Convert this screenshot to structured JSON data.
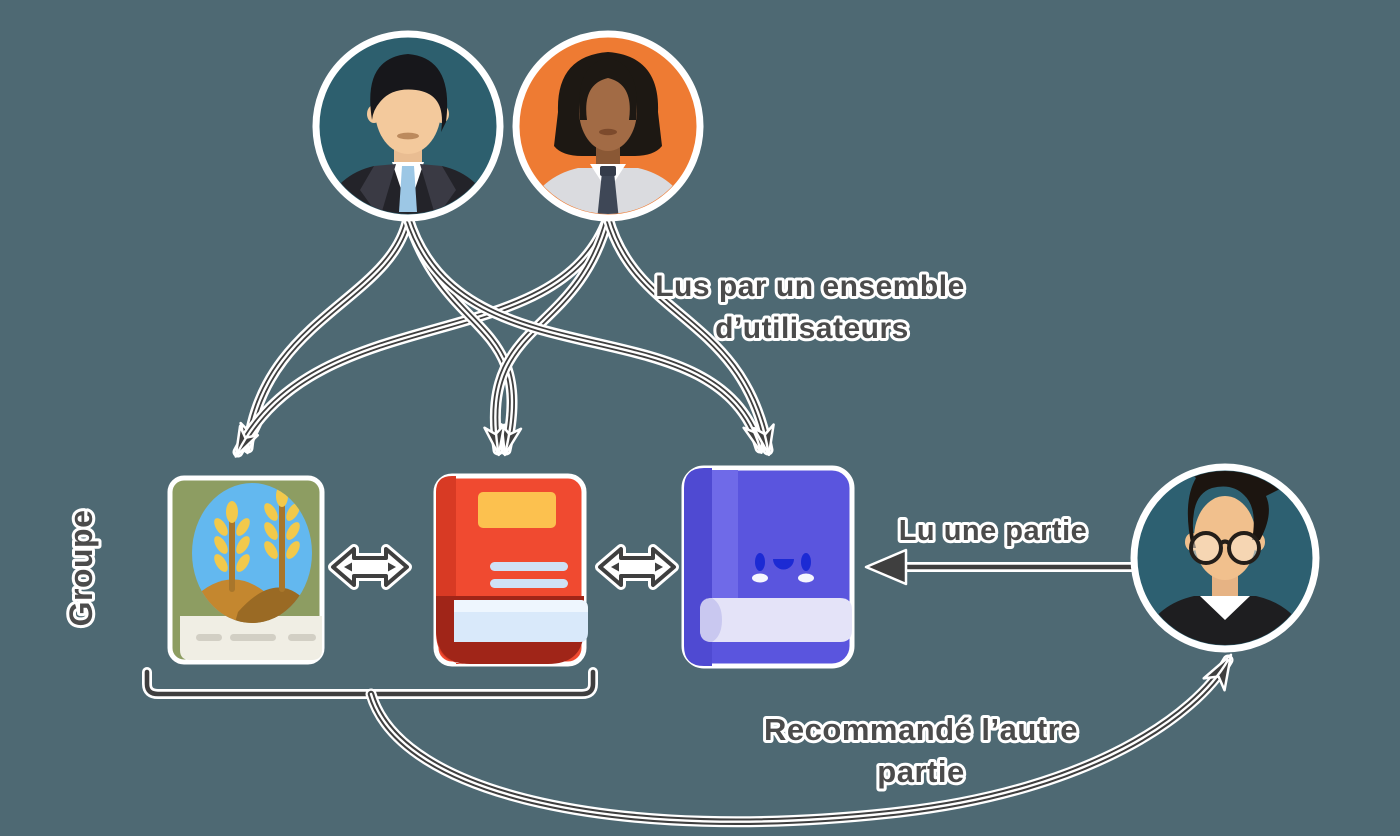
{
  "labels": {
    "read_by_group_line1": "Lus par un ensemble",
    "read_by_group_line2": "d’utilisateurs",
    "group": "Groupe",
    "read_part": "Lu une partie",
    "recommended_line1": "Recommandé l’autre",
    "recommended_line2": "partie"
  },
  "colors": {
    "background": "#4e6973",
    "arrow": "#3f3f3f",
    "text": "#4b4b4b",
    "halo": "#ffffff",
    "avatar1_bg": "#2d5f6e",
    "avatar2_bg": "#ee7b33",
    "avatar3_bg": "#2d6071",
    "book_green": "#8d9d62",
    "book_red": "#f04a30",
    "book_purple": "#5a55de"
  },
  "nodes": {
    "user1": "businessman-avatar",
    "user2": "businesswoman-avatar",
    "user3": "reader-with-glasses-avatar",
    "book1": "agriculture-book-icon",
    "book2": "red-book-icon",
    "book3": "smiling-purple-book-icon"
  }
}
